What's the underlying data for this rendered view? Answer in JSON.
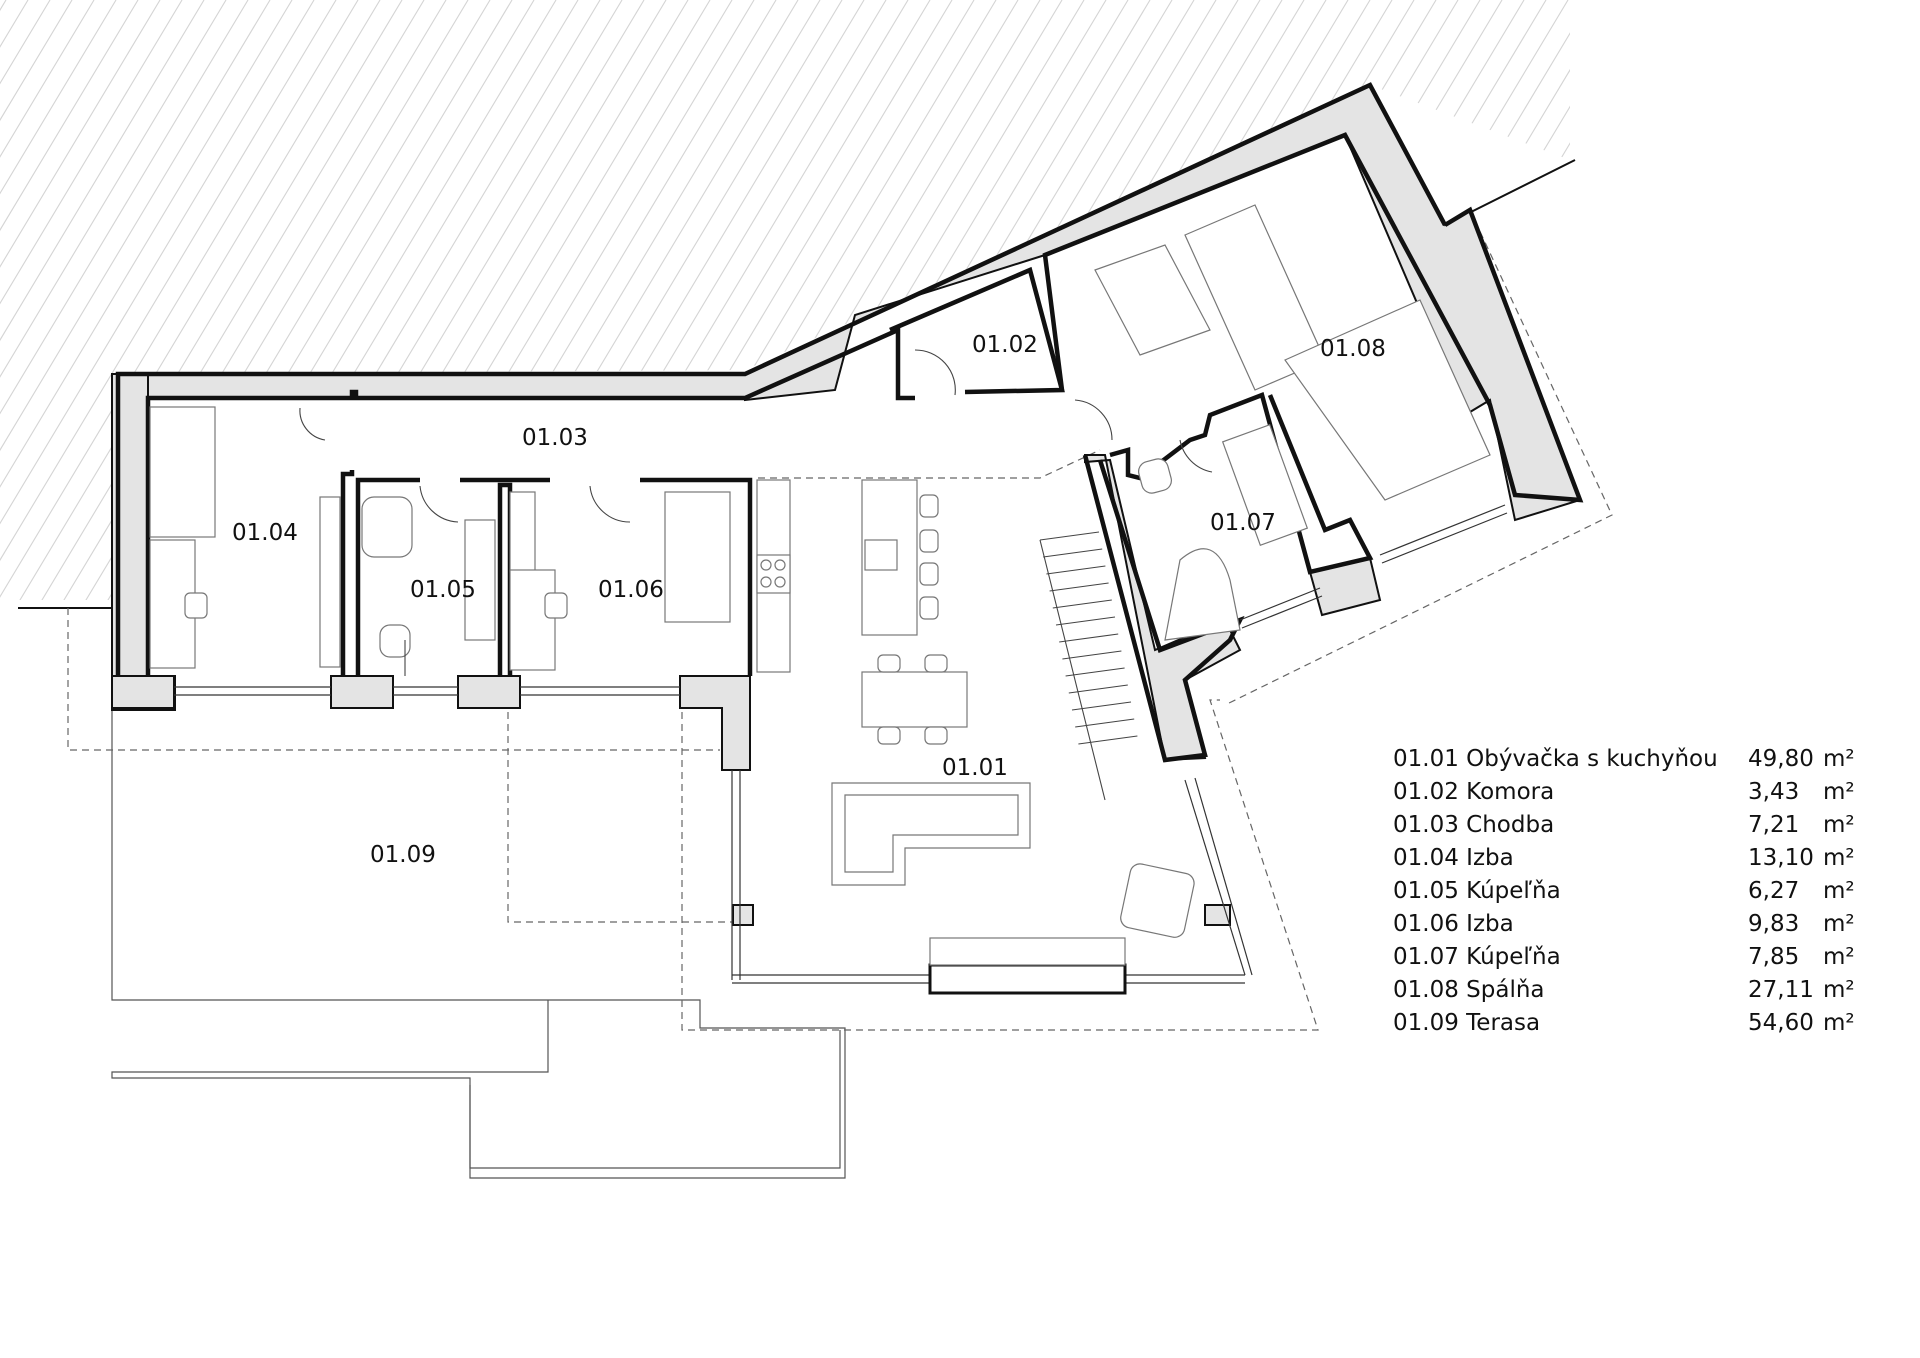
{
  "rooms": {
    "r0101": "01.01",
    "r0102": "01.02",
    "r0103": "01.03",
    "r0104": "01.04",
    "r0105": "01.05",
    "r0106": "01.06",
    "r0107": "01.07",
    "r0108": "01.08",
    "r0109": "01.09"
  },
  "schedule": [
    {
      "name": "01.01 Obývačka s kuchyňou",
      "area": "49,80",
      "unit": "m²"
    },
    {
      "name": "01.02 Komora",
      "area": "3,43",
      "unit": "m²"
    },
    {
      "name": "01.03 Chodba",
      "area": "7,21",
      "unit": "m²"
    },
    {
      "name": "01.04 Izba",
      "area": "13,10",
      "unit": "m²"
    },
    {
      "name": "01.05 Kúpeľňa",
      "area": "6,27",
      "unit": "m²"
    },
    {
      "name": "01.06 Izba",
      "area": "9,83",
      "unit": "m²"
    },
    {
      "name": "01.07 Kúpeľňa",
      "area": "7,85",
      "unit": "m²"
    },
    {
      "name": "01.08 Spálňa",
      "area": "27,11",
      "unit": "m²"
    },
    {
      "name": "01.09 Terasa",
      "area": "54,60",
      "unit": "m²"
    }
  ],
  "colors": {
    "wall_fill": "#e4e4e4",
    "line": "#111111",
    "hatch": "#d4d4d4"
  }
}
